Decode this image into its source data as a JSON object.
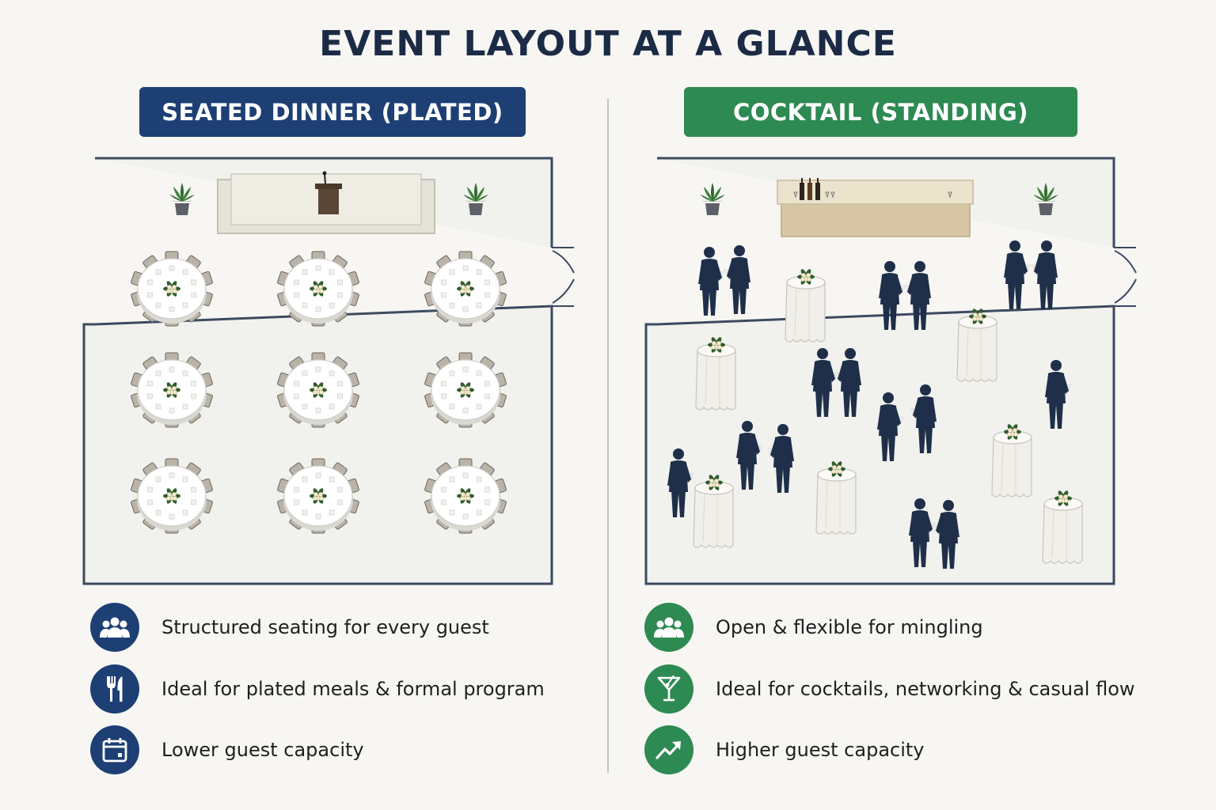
{
  "title": "EVENT LAYOUT AT A GLANCE",
  "colors": {
    "navy": "#1d3f74",
    "green": "#2e8a53",
    "wall": "#3c4a61",
    "floor": "#f1f1ed",
    "ink": "#1c2b45"
  },
  "seated": {
    "banner": "SEATED DINNER (PLATED)",
    "tables": 9,
    "features": [
      {
        "icon": "people-icon",
        "text": "Structured seating for every guest"
      },
      {
        "icon": "fork-knife-icon",
        "text": "Ideal for plated meals & formal program"
      },
      {
        "icon": "calendar-icon",
        "text": "Lower guest capacity"
      }
    ]
  },
  "cocktail": {
    "banner": "COCKTAIL (STANDING)",
    "high_tops": 7,
    "features": [
      {
        "icon": "people-icon",
        "text": "Open & flexible for mingling"
      },
      {
        "icon": "cocktail-glass-icon",
        "text": "Ideal for cocktails, networking & casual flow"
      },
      {
        "icon": "trend-up-icon",
        "text": "Higher guest capacity"
      }
    ]
  }
}
